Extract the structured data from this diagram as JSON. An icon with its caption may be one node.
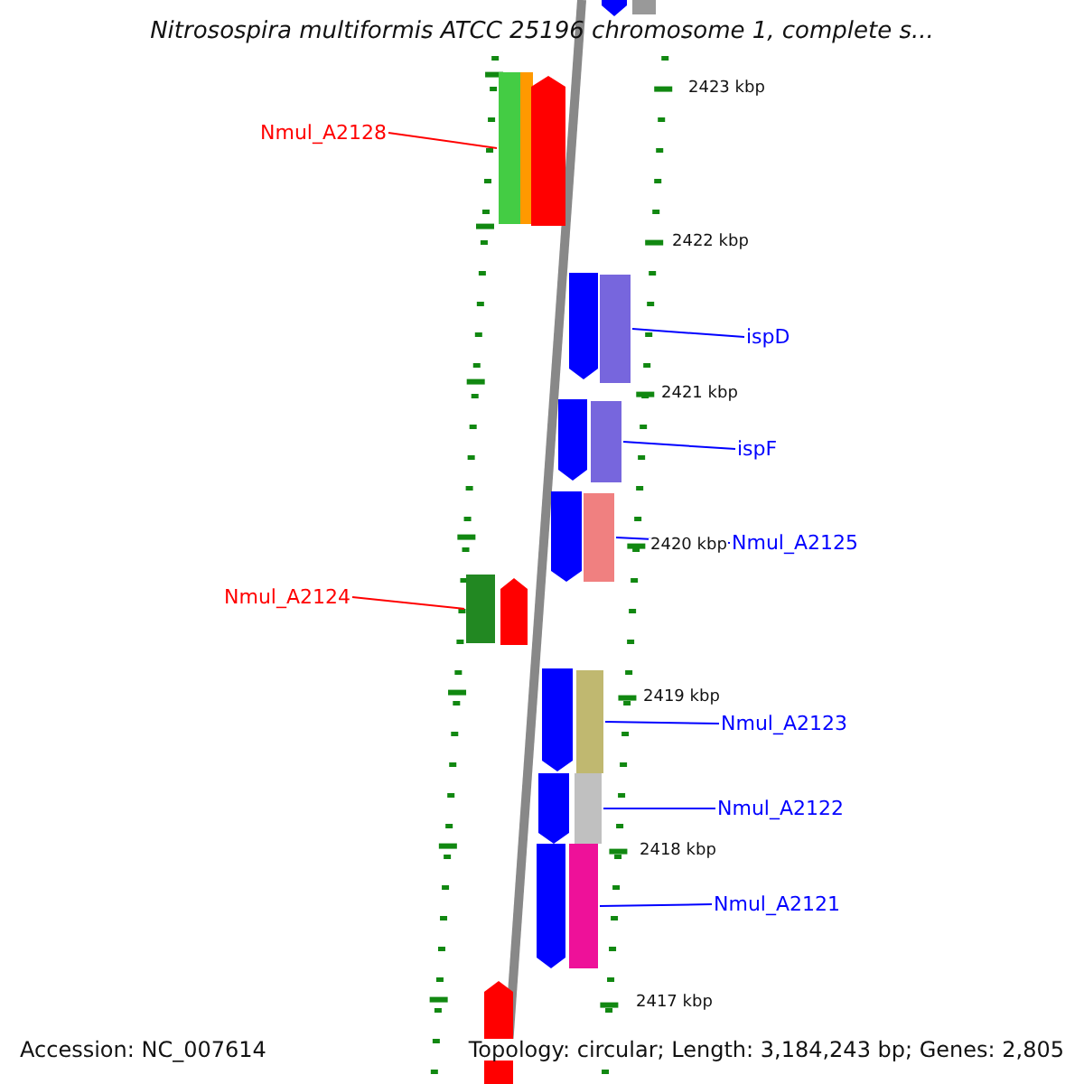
{
  "diagram": {
    "title": "Nitrosospira multiformis ATCC 25196 chromosome 1, complete s...",
    "nodes": [
      {
        "text": [
          "Nmul_A2128"
        ]
      },
      {
        "text": [],
        "shape": "bar"
      },
      {
        "text": [
          "ispD"
        ]
      },
      {
        "text": [],
        "shape": "bar"
      },
      {
        "text": [
          "ispF"
        ]
      },
      {
        "text": [],
        "shape": "bar"
      },
      {
        "text": [
          "Nmul_A2125"
        ]
      },
      {
        "text": [],
        "shape": "bar"
      },
      {
        "text": [
          "Nmul_A2124"
        ]
      },
      {
        "text": [],
        "shape": "bar"
      },
      {
        "text": [
          "Nmul_A2123"
        ]
      },
      {
        "text": [],
        "shape": "bar"
      },
      {
        "text": [
          "Nmul_A2122"
        ]
      },
      {
        "text": [],
        "shape": "bar"
      },
      {
        "text": [
          "Nmul_A2121"
        ]
      },
      {
        "text": [],
        "shape": "bar"
      }
    ],
    "edges": [
      {
        "from": 0,
        "to": 1,
        "arrow": "none",
        "color": "#ff0000"
      },
      {
        "from": 3,
        "to": 2,
        "arrow": "none"
      },
      {
        "from": 5,
        "to": 4,
        "arrow": "none"
      },
      {
        "from": 7,
        "to": 6,
        "arrow": "none"
      },
      {
        "from": 8,
        "to": 9,
        "arrow": "none",
        "color": "#ff0000"
      },
      {
        "from": 11,
        "to": 10,
        "arrow": "none"
      },
      {
        "from": 13,
        "to": 12,
        "arrow": "none"
      },
      {
        "from": 15,
        "to": 14,
        "arrow": "none"
      }
    ],
    "labels": [
      "2423 kbp",
      "2422 kbp",
      "2421 kbp",
      "2420 kbp",
      "2419 kbp",
      "2418 kbp",
      "2417 kbp",
      "Accession: NC_007614",
      "Topology: circular; Length: 3,184,243 bp; Genes: 2,805"
    ]
  }
}
